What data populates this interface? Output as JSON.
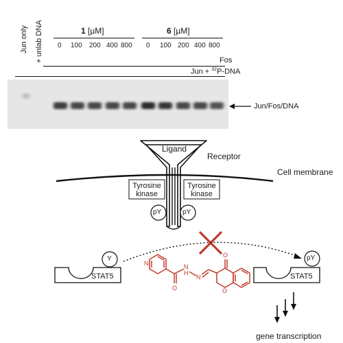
{
  "gel": {
    "lane_labels": [
      "Jun only",
      "+ unlab DNA"
    ],
    "group1": {
      "compound": "1",
      "unit": "[µM]",
      "concentrations": [
        "0",
        "100",
        "200",
        "400",
        "800"
      ]
    },
    "group2": {
      "compound": "6",
      "unit": "[µM]",
      "concentrations": [
        "0",
        "100",
        "200",
        "400",
        "800"
      ]
    },
    "fos_label": "Fos",
    "jun_label_prefix": "Jun + ",
    "jun_label_sup": "32",
    "jun_label_suffix": "P-DNA",
    "band_label": "Jun/Fos/DNA",
    "band_intensities": [
      0,
      0,
      0.85,
      0.8,
      0.8,
      0.8,
      0.8,
      0.95,
      0.9,
      0.8,
      0.8,
      0.75
    ]
  },
  "pathway": {
    "ligand": "Ligand",
    "receptor": "Receptor",
    "membrane": "Cell membrane",
    "kinase_left": [
      "Tyrosine",
      "kinase"
    ],
    "kinase_right": [
      "Tyrosine",
      "kinase"
    ],
    "py_left": "pY",
    "py_right": "pY",
    "y_label": "Y",
    "stat_left": "STAT5",
    "stat_right": "STAT5",
    "py_stat": "pY",
    "transcription": "gene transcription"
  },
  "colors": {
    "inhibitor": "#c0392b",
    "gel_bg": "#e8e8e8",
    "band": "#222222"
  }
}
